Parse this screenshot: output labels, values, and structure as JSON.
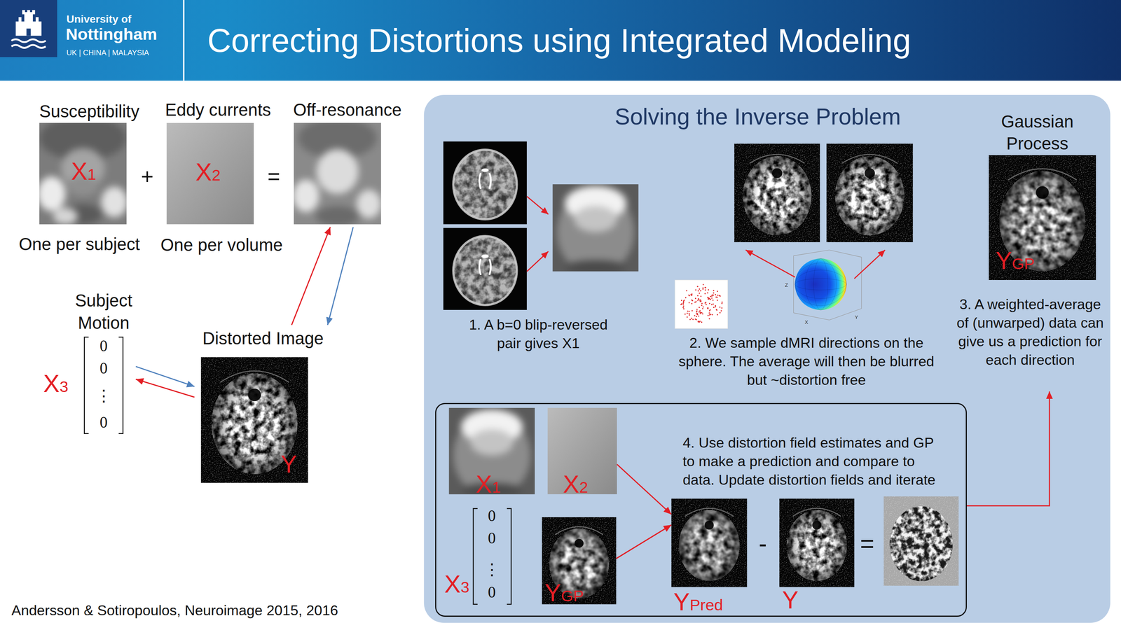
{
  "diagram": {
    "title": "Correcting Distortions using Integrated Modeling",
    "caption": "Andersson & Sotiropoulos, Neuroimage 2015, 2016",
    "nodes": [
      {
        "text": [
          "Susceptibility",
          "X1",
          "One per subject"
        ]
      },
      {
        "text": [
          "Eddy currents",
          "X2",
          "One per volume"
        ]
      },
      {
        "text": [
          "Off-resonance"
        ]
      },
      {
        "text": [
          "Subject Motion",
          "X3",
          "0",
          "0",
          "⋮",
          "0"
        ]
      },
      {
        "text": [
          "Distorted Image",
          "Y"
        ]
      },
      {
        "text": [
          "Solving the Inverse Problem"
        ]
      },
      {
        "text": [
          "Gaussian Process",
          "YGP",
          "3. A weighted-average of (unwarped) data can give us a prediction for each direction"
        ],
        "in": 5
      },
      {
        "text": [
          "4. Use distortion field estimates and GP to make a prediction and compare to data. Update distortion fields and iterate"
        ],
        "in": 5
      },
      {
        "text": [
          "X1"
        ],
        "in": 7
      },
      {
        "text": [
          "X2"
        ],
        "in": 7
      },
      {
        "text": [
          "X3",
          "0",
          "0",
          "⋮",
          "0"
        ],
        "in": 7
      },
      {
        "text": [
          "YGP"
        ],
        "in": 7
      },
      {
        "text": [
          "YPred"
        ],
        "in": 7
      },
      {
        "text": [
          "Y"
        ],
        "in": 7
      }
    ],
    "edges": [
      {
        "from": 2,
        "to": 4,
        "arrow": "to"
      },
      {
        "from": 4,
        "to": 2,
        "arrow": "to"
      },
      {
        "from": 3,
        "to": 4,
        "arrow": "to"
      },
      {
        "from": 4,
        "to": 3,
        "arrow": "to"
      },
      {
        "from": 9,
        "to": 12,
        "arrow": "to"
      },
      {
        "from": 11,
        "to": 12,
        "arrow": "to"
      },
      {
        "from": 7,
        "to": 6,
        "arrow": "to"
      }
    ],
    "labels": [
      "University of",
      "Nottingham",
      "UK | CHINA | MALAYSIA",
      "+",
      "=",
      "1. A b=0 blip-reversed pair gives X1",
      "Z",
      "X",
      "Y",
      "2. We sample dMRI directions on the sphere. The average will then be blurred but ~distortion free",
      "-",
      "="
    ]
  }
}
